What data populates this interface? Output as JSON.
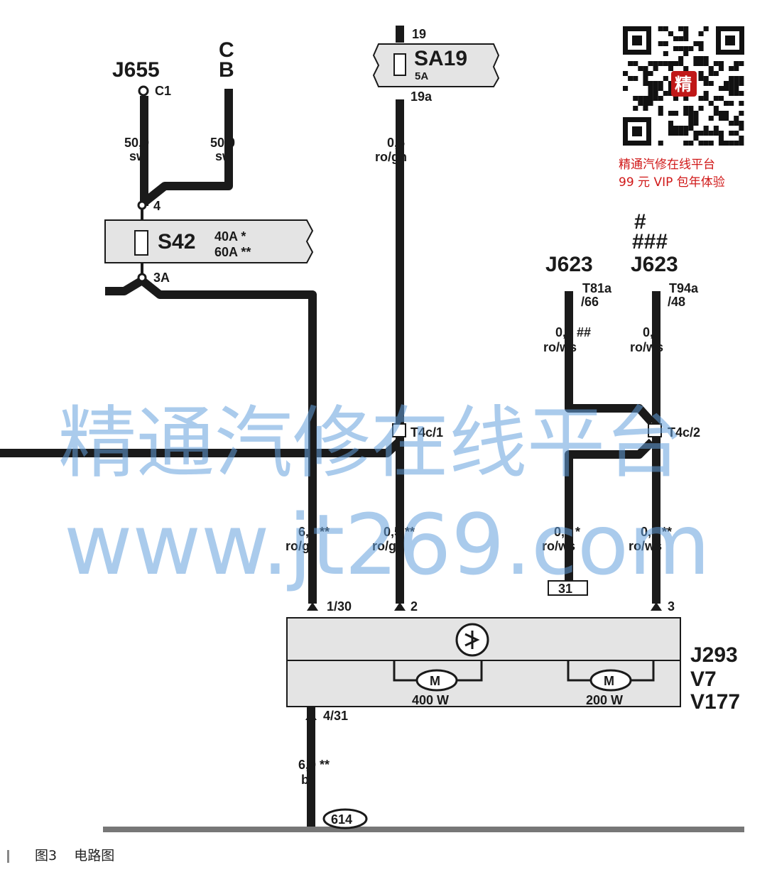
{
  "labels": {
    "j655": "J655",
    "c1": "C1",
    "cb_top": "C",
    "cb_bottom": "B",
    "wire1_size": "50,0",
    "wire1_color": "sw",
    "wire2_size": "50,0",
    "wire2_color": "sw",
    "pin4": "4",
    "s42": "S42",
    "s42_a": "40A *",
    "s42_b": "60A **",
    "pin3a": "3A",
    "pin19": "19",
    "sa19": "SA19",
    "sa19_amp": "5A",
    "pin19a": "19a",
    "sa_wire_size": "0,5",
    "sa_wire_color": "ro/gn",
    "hash1": "#",
    "hash3": "###",
    "j623_a": "J623",
    "j623_b": "J623",
    "t81a": "T81a",
    "t81a_pin": "/66",
    "t94a": "T94a",
    "t94a_pin": "/48",
    "j623a_wire_size": "0,5 ##",
    "j623a_wire_color": "ro/ws",
    "j623b_wire_size": "0,5",
    "j623b_wire_color": "ro/ws",
    "t4c1": "T4c/1",
    "t4c2": "T4c/2",
    "w_60_size": "6,0 **",
    "w_60_color": "ro/gn",
    "w_05a_size": "0,5 **",
    "w_05a_color": "ro/gn",
    "w_05b_size": "0,5 *",
    "w_05b_color": "ro/ws",
    "w_05c_size": "0,5 **",
    "w_05c_color": "ro/ws",
    "box31": "31",
    "pin1_30": "1/30",
    "pin2": "2",
    "pin3": "3",
    "pin4_31": "4/31",
    "motor_m1": "M",
    "motor_m2": "M",
    "motor_400": "400 W",
    "motor_200": "200 W",
    "j293": "J293",
    "v7": "V7",
    "v177": "V177",
    "gnd_size": "6,0 **",
    "gnd_color": "br",
    "ground_614": "614"
  },
  "watermark": {
    "line1": "精通汽修在线平台",
    "line2": "www.jt269.com",
    "qr_badge": "精",
    "qr_line1": "精通汽修在线平台",
    "qr_line2": "99 元 VIP 包年体验"
  },
  "caption": {
    "figure_no": "图3",
    "title": "电路图"
  },
  "colors": {
    "wire": "#1a1a1a",
    "watermark": "#64a0dc",
    "qr_red": "#d01818"
  }
}
